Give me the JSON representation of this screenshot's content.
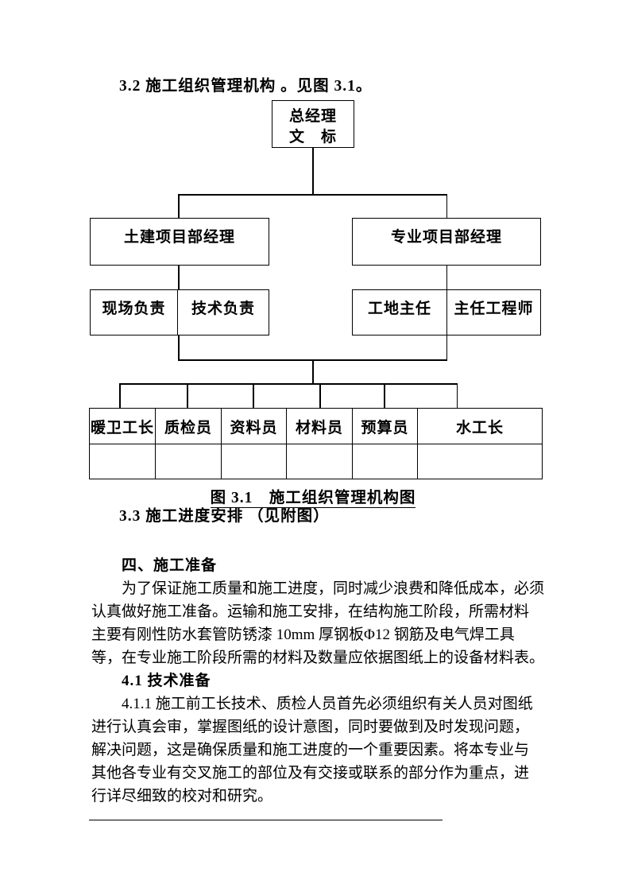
{
  "colors": {
    "ink": "#000000",
    "page": "#ffffff"
  },
  "doc": {
    "heading_32": "3.2 施工组织管理机构 。见图 3.1。",
    "caption": "图 3.1　施工组织管理机构图",
    "heading_33": "3.3 施工进度安排 （见附图）",
    "body": {
      "section_heading": "四、施工准备",
      "para_1": [
        "为了保证施工质量和施工进度，同时减少浪费和降低成本，必须",
        "认真做好施工准备。运输和施工安排，在结构施工阶段，所需材料",
        "主要有刚性防水套管防锈漆 10mm 厚钢板Φ12 钢筋及电气焊工具",
        "等，在专业施工阶段所需的材料及数量应依据图纸上的设备材料表。"
      ],
      "subsection_heading": "4.1 技术准备",
      "para_411": [
        "4.1.1 施工前工长技术、质检人员首先必须组织有关人员对图纸",
        "进行认真会审，掌握图纸的设计意图，同时要做到及时发现问题，",
        "解决问题，这是确保质量和施工进度的一个重要因素。将本专业与",
        "其他各专业有交叉施工的部位及有交接或联系的部分作为重点，进",
        "行详尽细致的校对和研究。"
      ]
    }
  },
  "org_chart": {
    "general_manager": {
      "line1": "总经理",
      "line2": "文　标"
    },
    "civil_manager": "土建项目部经理",
    "specialty_manager": "专业项目部经理",
    "civil_roles": [
      "现场负责",
      "技术负责"
    ],
    "specialty_roles": [
      "工地主任",
      "主任工程师"
    ],
    "staff_headers": [
      "暖卫工长",
      "质检员",
      "资料员",
      "材料员",
      "预算员",
      "水工长"
    ]
  }
}
